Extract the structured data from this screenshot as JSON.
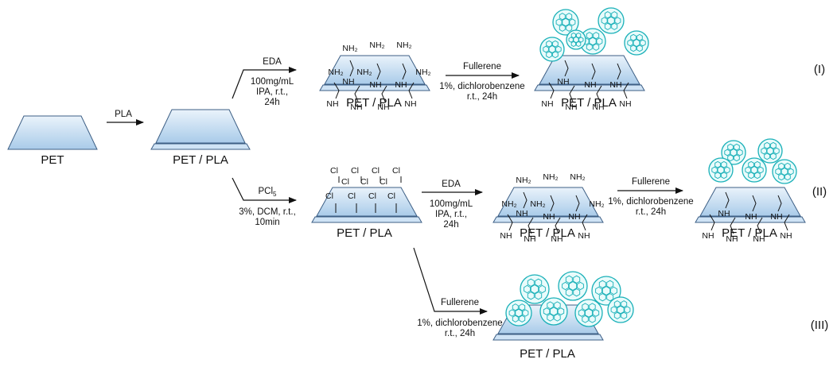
{
  "substrates": {
    "pet": "PET",
    "pet_pla": "PET / PLA"
  },
  "step_pla": {
    "reagent": "PLA"
  },
  "route_I": {
    "eda": {
      "reagent": "EDA",
      "cond1": "100mg/mL",
      "cond2": "IPA, r.t.,",
      "cond3": "24h"
    },
    "fullerene": {
      "reagent": "Fullerene",
      "cond1": "1%, dichlorobenzene",
      "cond2": "r.t., 24h"
    },
    "label": "(I)"
  },
  "route_II": {
    "pcl5": {
      "reagent": "PCl",
      "reagent_sub": "5",
      "cond1": "3%, DCM, r.t.,",
      "cond2": "10min"
    },
    "eda": {
      "reagent": "EDA",
      "cond1": "100mg/mL",
      "cond2": "IPA, r.t.,",
      "cond3": "24h"
    },
    "fullerene": {
      "reagent": "Fullerene",
      "cond1": "1%, dichlorobenzene",
      "cond2": "r.t., 24h"
    },
    "label": "(II)"
  },
  "route_III": {
    "fullerene": {
      "reagent": "Fullerene",
      "cond1": "1%, dichlorobenzene",
      "cond2": "r.t., 24h"
    },
    "label": "(III)"
  },
  "groups": {
    "amine_terminal": "NH₂",
    "amine": "NH",
    "chlorine": "Cl"
  },
  "colors": {
    "film_fill": "#cfe3f5",
    "film_edge": "#3d5f85",
    "fullerene": "#19b0b8",
    "line": "#111111"
  }
}
